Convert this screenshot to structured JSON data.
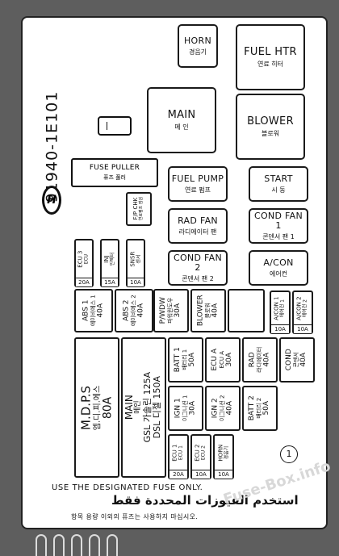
{
  "part_number": "91940-1E101",
  "brand_logo": "hyundai-logo",
  "fuse_puller": {
    "label": "FUSE PULLER",
    "ko": "퓨즈 풀러"
  },
  "relays": [
    {
      "id": "horn",
      "label": "HORN",
      "ko": "경음기"
    },
    {
      "id": "fuel-htr",
      "label": "FUEL HTR",
      "ko": "연료 히터"
    },
    {
      "id": "main",
      "label": "MAIN",
      "ko": "메 인"
    },
    {
      "id": "blower",
      "label": "BLOWER",
      "ko": "블로워"
    },
    {
      "id": "fuel-pump",
      "label": "FUEL PUMP",
      "ko": "연료 펌프"
    },
    {
      "id": "start",
      "label": "START",
      "ko": "시 동"
    },
    {
      "id": "rad-fan",
      "label": "RAD FAN",
      "ko": "라디에이터 팬"
    },
    {
      "id": "cond-fan-1",
      "label": "COND FAN 1",
      "ko": "콘덴서 팬 1"
    },
    {
      "id": "cond-fan-2",
      "label": "COND FAN 2",
      "ko": "콘덴서 팬 2"
    },
    {
      "id": "a-con",
      "label": "A/CON",
      "ko": "에어컨"
    }
  ],
  "fp_chk": {
    "label": "F/P CHK",
    "ko": "연료펌프 점검"
  },
  "mini_fuses": [
    {
      "id": "ecu-3",
      "label": "ECU 3",
      "ko": "ECU",
      "amp": "20A"
    },
    {
      "id": "inj",
      "label": "INJ",
      "ko": "인젝터",
      "amp": "15A"
    },
    {
      "id": "sns",
      "label": "SNSR",
      "ko": "센서",
      "amp": "10A"
    }
  ],
  "mid_fuses": [
    {
      "id": "abs-1",
      "label": "ABS 1",
      "ko": "에이비에스 1",
      "amp": "40A"
    },
    {
      "id": "abs-2",
      "label": "ABS 2",
      "ko": "에이비에스 2",
      "amp": "40A"
    },
    {
      "id": "p-wdw",
      "label": "P/WDW",
      "ko": "파워윈도우",
      "amp": "30A"
    },
    {
      "id": "blower-fuse",
      "label": "BLOWER",
      "ko": "블로워",
      "amp": "40A"
    }
  ],
  "acon_fuses": [
    {
      "id": "acon-1",
      "label": "A/CON 1",
      "ko": "에어컨 1",
      "amp": "10A"
    },
    {
      "id": "acon-2",
      "label": "A/CON 2",
      "ko": "에어컨 2",
      "amp": "10A"
    }
  ],
  "mdps": {
    "label": "M.D.P.S",
    "ko": "엠.디.피.에스",
    "amp": "80A"
  },
  "main_fuse": {
    "label": "MAIN",
    "ko": "메인",
    "line2": "GSL 가솔린 125A",
    "line3": "DSL 디젤 150A"
  },
  "batt_fuses": [
    {
      "id": "batt-1",
      "label": "BATT 1",
      "ko": "배터리 1",
      "amp": "50A"
    },
    {
      "id": "ecu-a",
      "label": "ECU A",
      "ko": "ECU A",
      "amp": "30A"
    },
    {
      "id": "rad",
      "label": "RAD",
      "ko": "라디에이터",
      "amp": "40A"
    },
    {
      "id": "cond",
      "label": "COND",
      "ko": "콘덴서",
      "amp": "40A"
    },
    {
      "id": "ign-1",
      "label": "IGN 1",
      "ko": "이그니션 1",
      "amp": "30A"
    },
    {
      "id": "ign-2",
      "label": "IGN 2",
      "ko": "이그니션 2",
      "amp": "40A"
    },
    {
      "id": "batt-2",
      "label": "BATT 2",
      "ko": "배터리 2",
      "amp": "50A"
    }
  ],
  "ecu_fuses": [
    {
      "id": "ecu-1",
      "label": "ECU 1",
      "ko": "ECU 1",
      "amp": "20A"
    },
    {
      "id": "ecu-2",
      "label": "ECU 2",
      "ko": "ECU 2",
      "amp": "10A"
    },
    {
      "id": "ecu-horn",
      "label": "HORN",
      "ko": "경음기",
      "amp": "10A"
    }
  ],
  "circle_marker": "1",
  "notices": {
    "english": "USE THE DESIGNATED FUSE ONLY.",
    "arabic": "استخدم الفيوزات المحددة فقط",
    "korean": "항목 용량 이외의 퓨즈는 사용하지 마십시오."
  },
  "watermark": "Fuse-Box.info"
}
